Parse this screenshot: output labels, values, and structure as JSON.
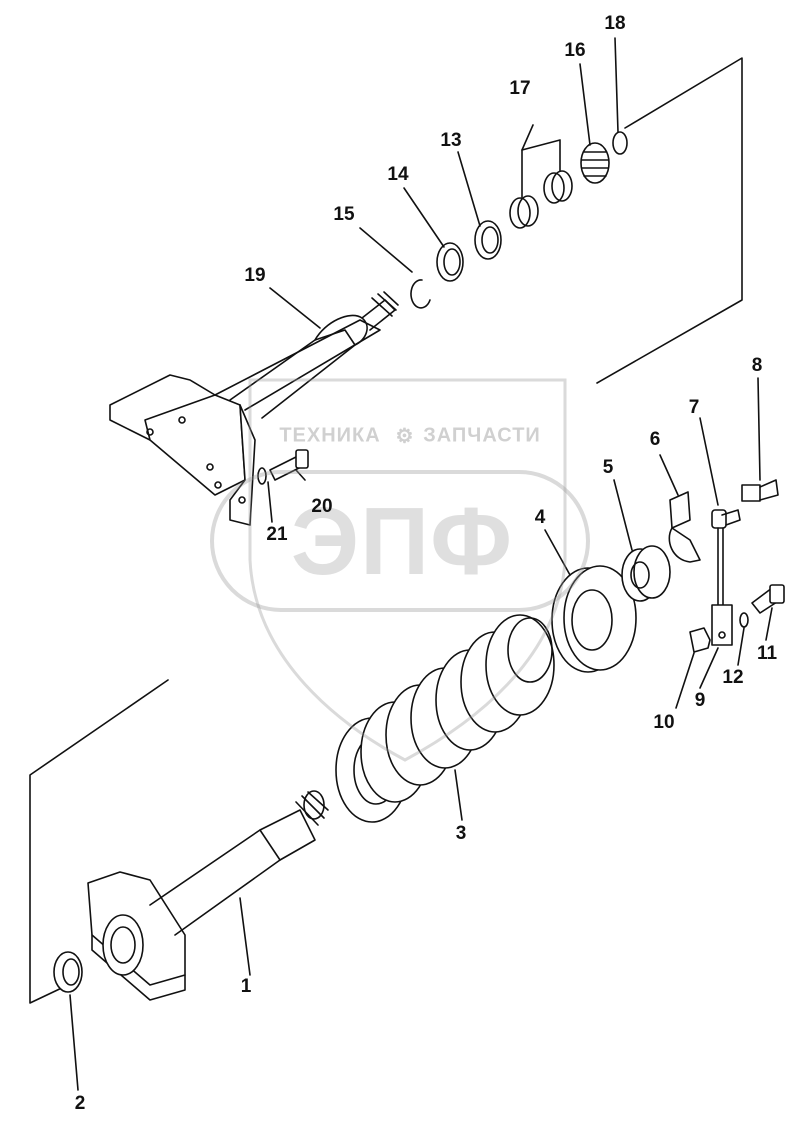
{
  "diagram": {
    "labels": [
      "1",
      "2",
      "3",
      "4",
      "5",
      "6",
      "7",
      "8",
      "9",
      "10",
      "11",
      "12",
      "13",
      "14",
      "15",
      "16",
      "17",
      "18",
      "19",
      "20",
      "21"
    ]
  },
  "watermark": {
    "left_text": "ТЕХНИКА",
    "right_text": "ЗАПЧАСТИ",
    "logo_text": "ЭПФ"
  }
}
